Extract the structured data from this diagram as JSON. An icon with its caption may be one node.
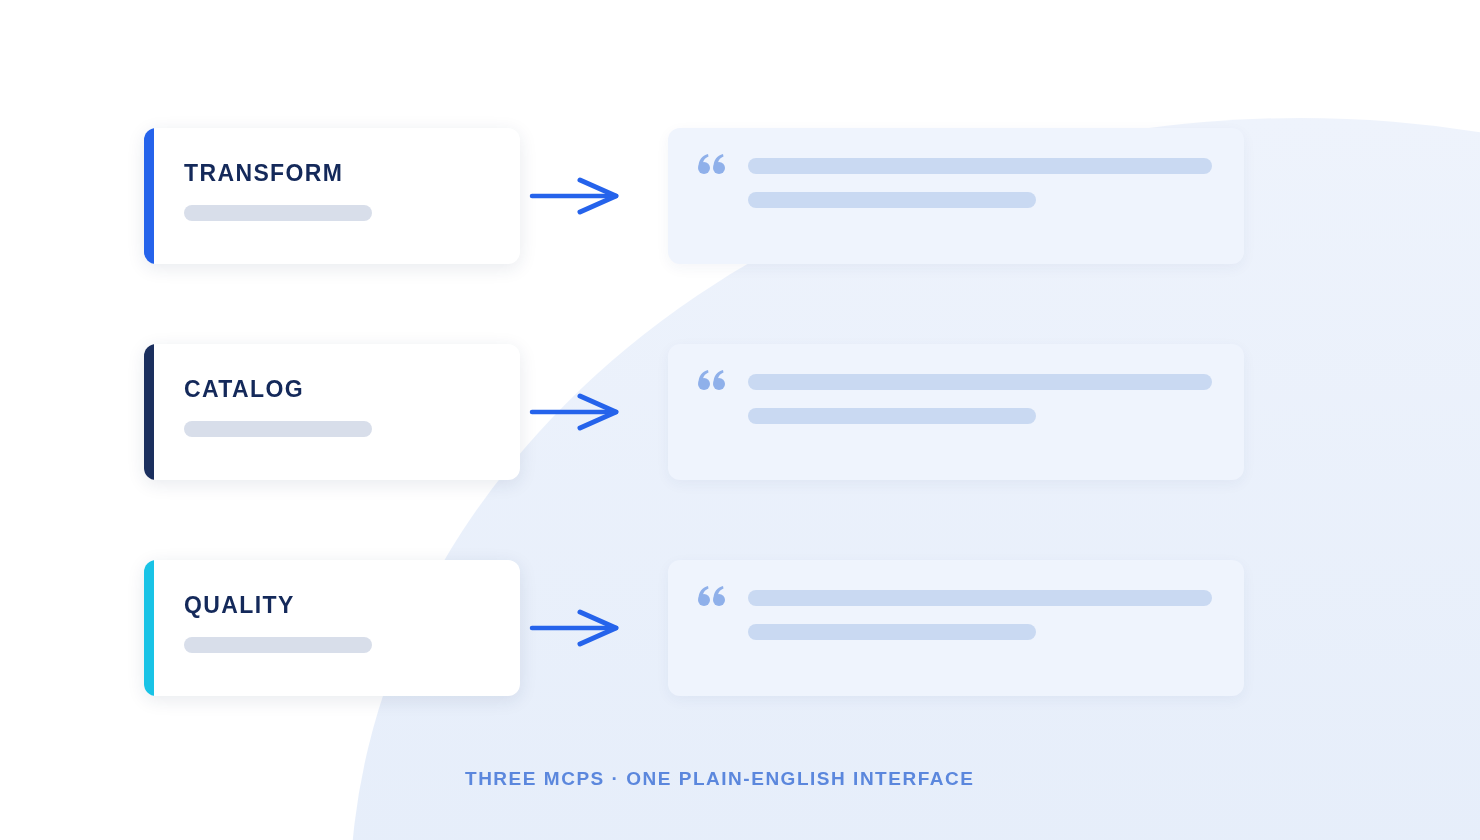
{
  "diagram": {
    "caption": "THREE MCPS · ONE PLAIN-ENGLISH INTERFACE",
    "nodes": [
      {
        "text": [
          "TRANSFORM"
        ]
      },
      {
        "text": [],
        "shape": "box"
      },
      {
        "text": [
          "CATALOG"
        ]
      },
      {
        "text": [],
        "shape": "box"
      },
      {
        "text": [
          "QUALITY"
        ]
      },
      {
        "text": [],
        "shape": "box"
      }
    ],
    "edges": [
      {
        "from": 0,
        "to": 1,
        "arrow": "to"
      },
      {
        "from": 2,
        "to": 3,
        "arrow": "to"
      },
      {
        "from": 4,
        "to": 5,
        "arrow": "to"
      }
    ]
  }
}
